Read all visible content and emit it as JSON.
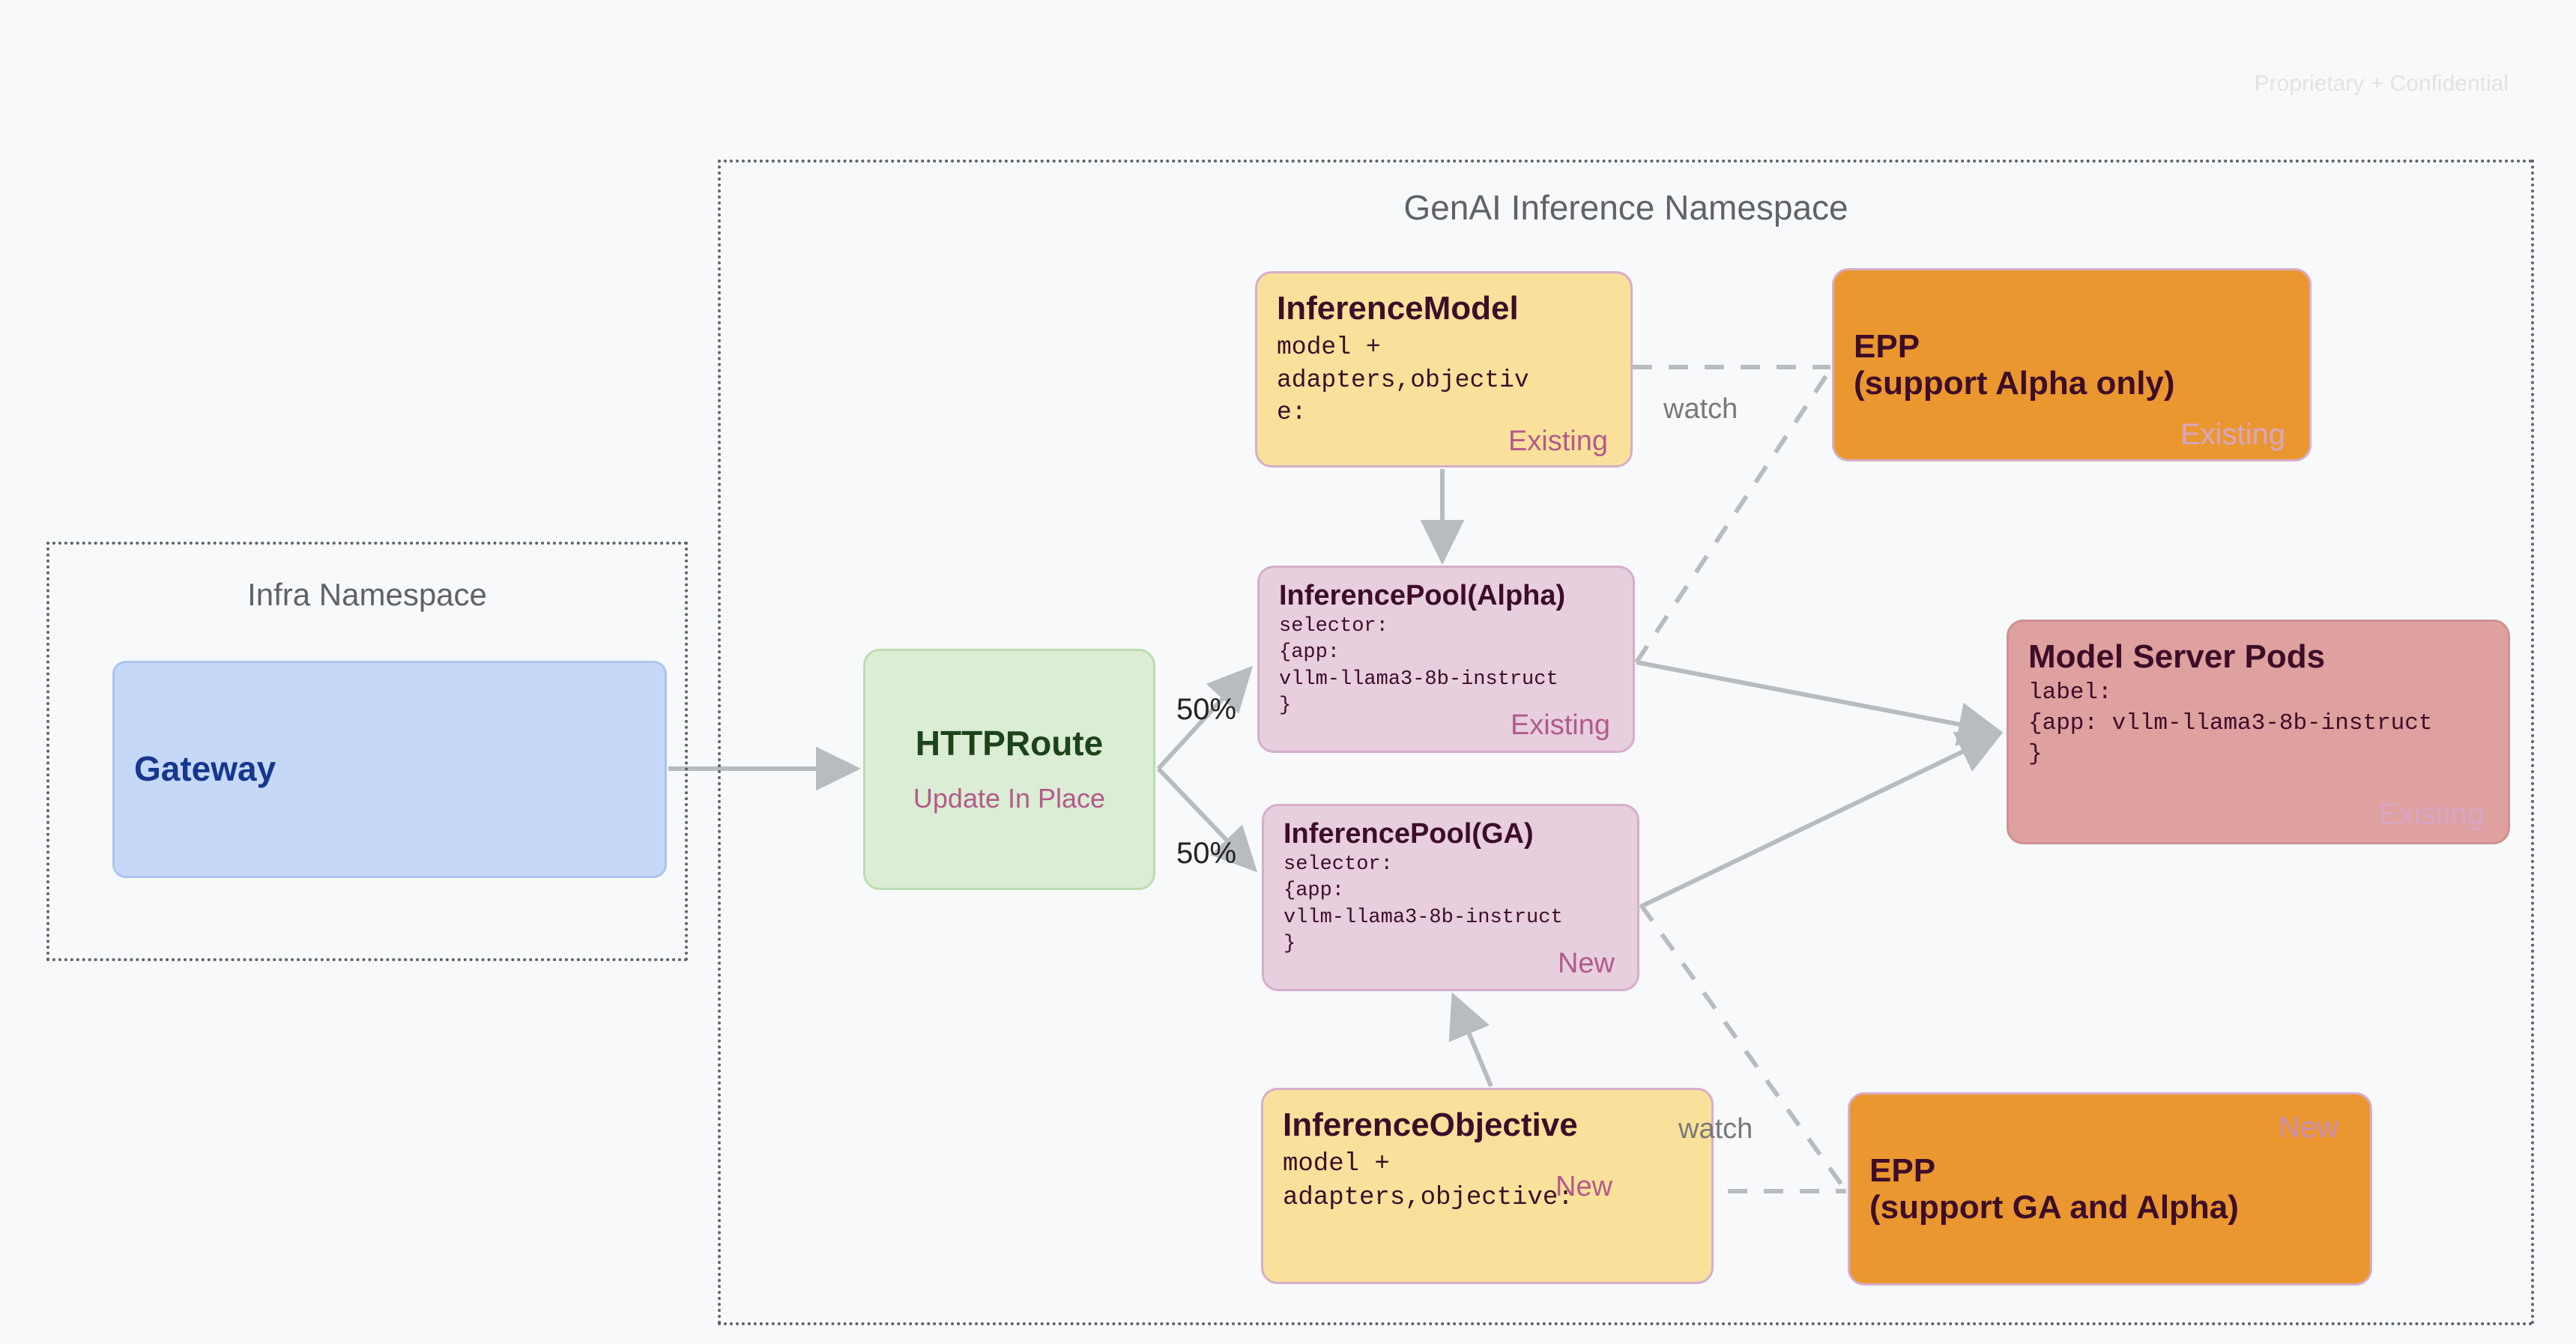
{
  "page": {
    "confidential_notice": "Proprietary + Confidential",
    "background_color": "#f7f9fb"
  },
  "namespaces": [
    {
      "id": "infra",
      "label": "Infra Namespace"
    },
    {
      "id": "genai",
      "label": "GenAI Inference Namespace"
    }
  ],
  "nodes": {
    "gateway": {
      "title": "Gateway",
      "fill": "#c5d8f7",
      "text_color": "#17378f"
    },
    "httproute": {
      "title": "HTTPRoute",
      "tag": "Update In Place",
      "fill": "#dbedd4",
      "text_color": "#1d431a",
      "tag_color": "#c98fb6"
    },
    "inference_model": {
      "title": "InferenceModel",
      "body": "model +\nadapters,objectiv\ne:",
      "tag": "Existing",
      "fill": "#fae19b",
      "tag_color": "#c98fb6"
    },
    "pool_alpha": {
      "title": "InferencePool(Alpha)",
      "body": "selector:\n{app:\nvllm-llama3-8b-instruct\n}",
      "tag": "Existing",
      "fill": "#e7cfdd",
      "tag_color": "#a8437e"
    },
    "pool_ga": {
      "title": "InferencePool(GA)",
      "body": "selector:\n{app:\nvllm-llama3-8b-instruct\n}",
      "tag": "New",
      "fill": "#e7cfdd",
      "tag_color": "#a8437e"
    },
    "inference_objective": {
      "title": "InferenceObjective",
      "body": "model +\nadapters,objective:",
      "tag": "New",
      "fill": "#fae19b",
      "tag_color": "#b35a8c"
    },
    "epp_alpha": {
      "title_line1": "EPP",
      "title_line2": "(support Alpha only)",
      "tag": "Existing",
      "fill": "#eb9730",
      "tag_color": "#d7a6c6"
    },
    "epp_ga": {
      "title_line1": "EPP",
      "title_line2": "(support GA and Alpha)",
      "tag": "New",
      "fill": "#eb9730",
      "tag_color": "#c98fb6"
    },
    "model_server_pods": {
      "title": "Model Server Pods",
      "body": "label:\n{app: vllm-llama3-8b-instruct\n}",
      "tag": "Existing",
      "fill": "#dfa0a0",
      "tag_color": "#d7a6c6"
    }
  },
  "edges": {
    "split_top_label": "50%",
    "split_bottom_label": "50%",
    "watch_top_label": "watch",
    "watch_bottom_label": "watch",
    "connector_color": "#b8bcc0"
  }
}
